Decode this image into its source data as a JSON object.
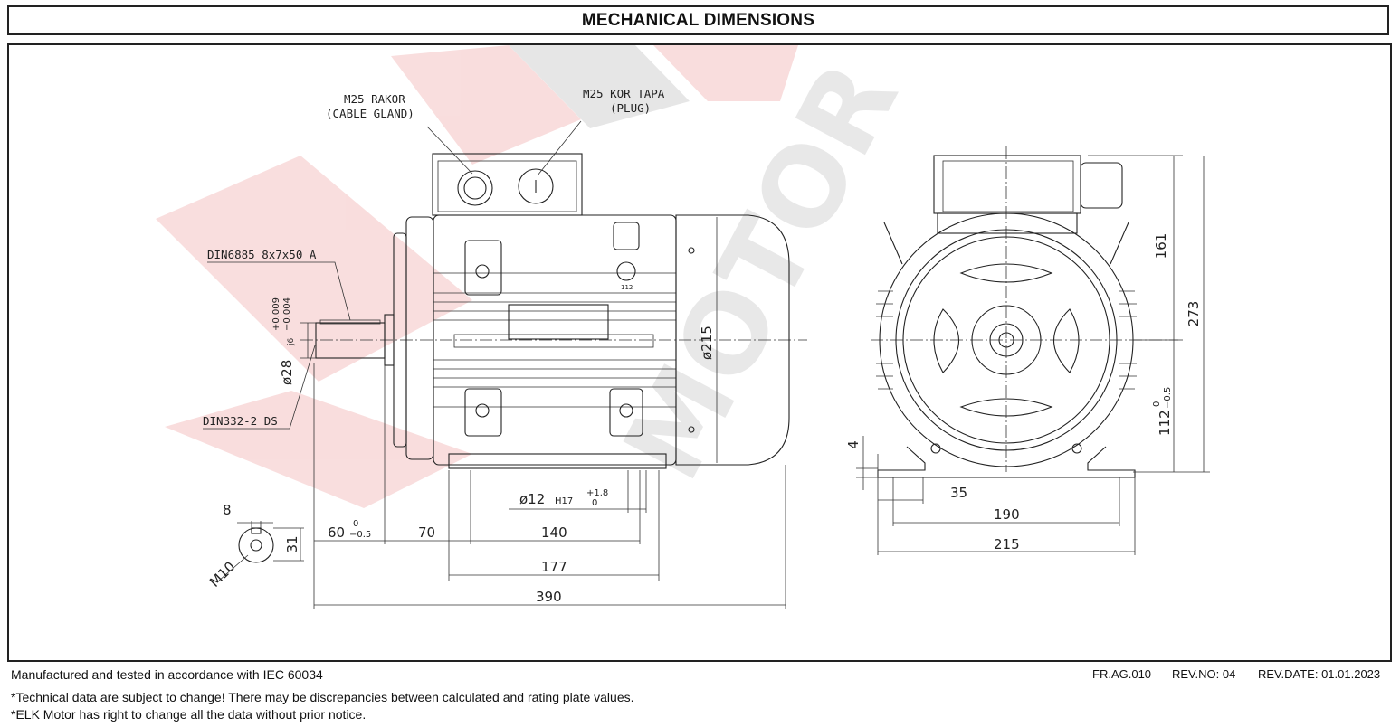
{
  "header": {
    "title": "MECHANICAL DIMENSIONS"
  },
  "drawing": {
    "callouts": {
      "cable_gland": [
        "M25 RAKOR",
        "(CABLE GLAND)"
      ],
      "plug": [
        "M25 KOR TAPA",
        "(PLUG)"
      ],
      "key": "DIN6885 8x7x50 A",
      "shaft_thread": "DIN332-2 DS",
      "shaft_diameter": "ø28",
      "shaft_fit": "j6",
      "shaft_tolerance_upper": "+0.009",
      "shaft_tolerance_lower": "−0.004",
      "thread_size": "M10"
    },
    "side_view": {
      "key_width": "8",
      "shaft_height": "31",
      "shaft_length": "60",
      "shaft_length_tol_upper": "0",
      "shaft_length_tol_lower": "−0.5",
      "dim_70": "70",
      "dim_140": "140",
      "dim_177": "177",
      "dim_390": "390",
      "frame_diameter": "ø215",
      "hole_diameter": "ø12",
      "hole_fit": "H17",
      "hole_tol_upper": "+1.8",
      "hole_tol_lower": "0",
      "nameplate_size": "112"
    },
    "front_view": {
      "dim_161": "161",
      "dim_273": "273",
      "dim_112": "112",
      "dim_112_tol_upper": "0",
      "dim_112_tol_lower": "−0.5",
      "dim_4": "4",
      "dim_35": "35",
      "dim_190": "190",
      "dim_215": "215"
    },
    "watermark": "MOTOR"
  },
  "footer": {
    "standard": "Manufactured and tested in accordance with  IEC 60034",
    "note1": "*Technical data are subject to change! There may be discrepancies between calculated and rating plate values.",
    "note2": "*ELK Motor has right to change all the data without prior notice.",
    "form_no": "FR.AG.010",
    "rev_no": "REV.NO: 04",
    "rev_date": "REV.DATE: 01.01.2023"
  }
}
